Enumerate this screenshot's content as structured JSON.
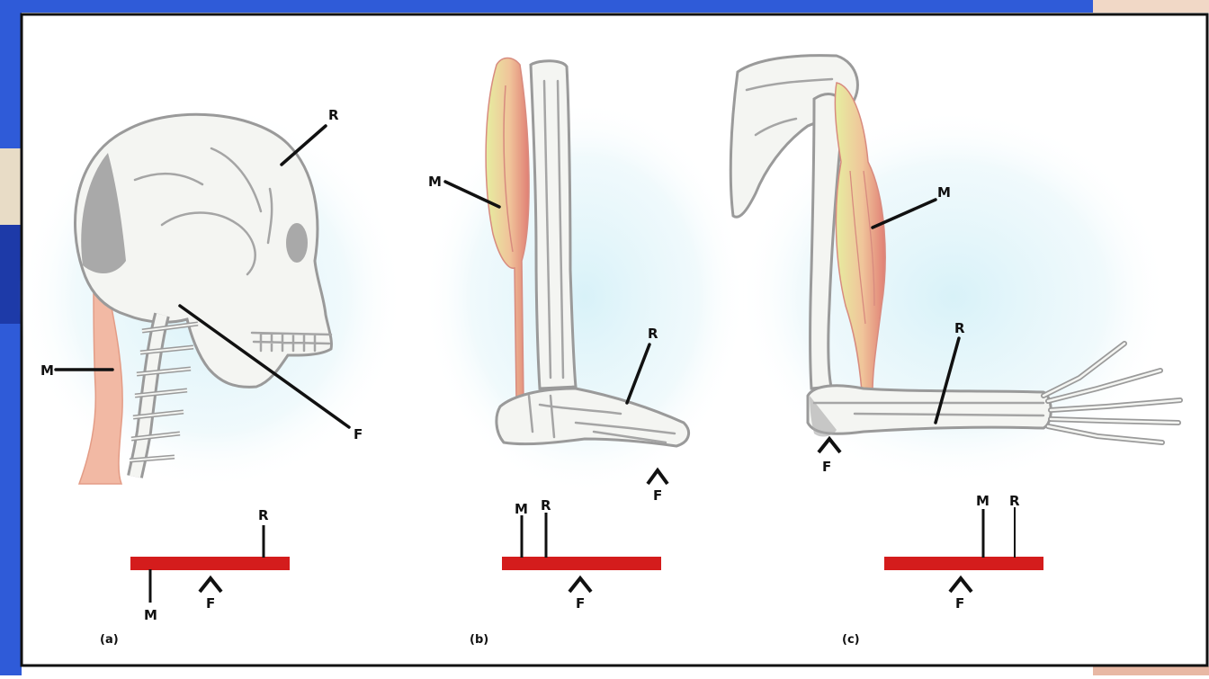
{
  "colors": {
    "frame_blue": "#2f5bd8",
    "lever_red": "#d41c1c",
    "muscle_red": "#e8948a",
    "muscle_yellow": "#e6eea0",
    "bone_gray": "#9a9a9a",
    "glow": "#d6f1f8"
  },
  "panel_a": {
    "caption": "(a)",
    "labels": {
      "muscle": "M",
      "resistance": "R",
      "fulcrum": "F"
    },
    "lever_labels": {
      "muscle": "M",
      "resistance": "R",
      "fulcrum": "F"
    }
  },
  "panel_b": {
    "caption": "(b)",
    "labels": {
      "muscle": "M",
      "resistance": "R",
      "fulcrum": "F"
    },
    "lever_labels": {
      "muscle": "M",
      "resistance": "R",
      "fulcrum": "F"
    }
  },
  "panel_c": {
    "caption": "(c)",
    "labels": {
      "muscle": "M",
      "resistance": "R",
      "fulcrum": "F"
    },
    "lever_labels": {
      "muscle": "M",
      "resistance": "R",
      "fulcrum": "F"
    }
  }
}
